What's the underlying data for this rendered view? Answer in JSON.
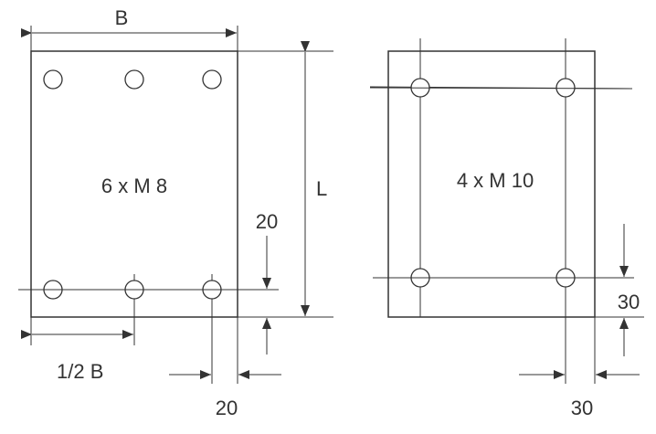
{
  "left_plate": {
    "width_label": "B",
    "length_label": "L",
    "holes_label": "6 x M 8",
    "half_width_label": "1/2 B",
    "edge_offset_bottom": "20",
    "edge_offset_right": "20",
    "hole_count": 6
  },
  "right_plate": {
    "holes_label": "4 x M 10",
    "edge_offset_bottom": "30",
    "edge_offset_right": "30",
    "hole_count": 4
  },
  "colors": {
    "line": "#333333",
    "background": "#ffffff"
  }
}
